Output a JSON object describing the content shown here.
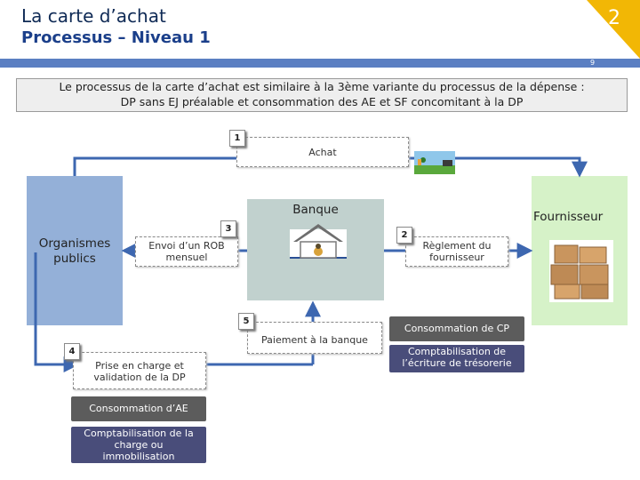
{
  "header": {
    "title": "La carte d’achat",
    "subtitle": "Processus – Niveau 1",
    "corner_number": "2",
    "page_number": "9"
  },
  "intro": {
    "line1": "Le processus de la carte d’achat est similaire à la 3ème variante du processus de la dépense :",
    "line2": "DP sans EJ préalable et consommation des AE et SF concomitant à la DP"
  },
  "actors": {
    "organismes_line1": "Organismes",
    "organismes_line2": "publics",
    "banque": "Banque",
    "fournisseur": "Fournisseur"
  },
  "steps": {
    "s1": {
      "num": "1",
      "label": "Achat"
    },
    "s2": {
      "num": "2",
      "line1": "Règlement du",
      "line2": "fournisseur"
    },
    "s3": {
      "num": "3",
      "line1": "Envoi d’un ROB",
      "line2": "mensuel"
    },
    "s4": {
      "num": "4",
      "line1": "Prise en charge et",
      "line2": "validation de la DP"
    },
    "s5": {
      "num": "5",
      "label": "Paiement à la banque"
    }
  },
  "badges": {
    "conso_ae": "Consommation d’AE",
    "compta_line1": "Comptabilisation de la",
    "compta_line2": "charge ou",
    "compta_line3": "immobilisation",
    "conso_cp": "Consommation de CP",
    "ecriture_line1": "Comptabilisation de",
    "ecriture_line2": "l’écriture de trésorerie"
  },
  "colors": {
    "corner": "#f2b705",
    "bar": "#5b7fc2",
    "organismes": "#94b0d8",
    "banque": "#c1d1ce",
    "fournisseur": "#d6f2c8",
    "arrow": "#3d67b0"
  }
}
